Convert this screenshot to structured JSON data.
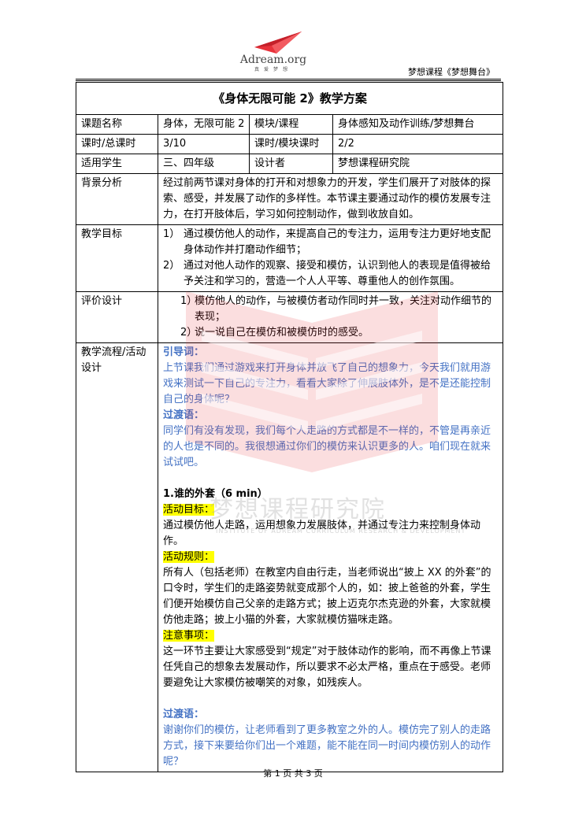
{
  "header": {
    "logo_word": "Adream.org",
    "logo_sub": "真爱梦想",
    "right_text": "梦想课程《梦想舞台》"
  },
  "watermark": {
    "cn": "梦想课程研究院",
    "en": "INSTITUTE OF ADREAM CURRICULUM RESEARCH & DEVELOPMENT"
  },
  "doc": {
    "title": "《身体无限可能 2》教学方案",
    "rows": {
      "course_name_label": "课题名称",
      "course_name_value": "身体，无限可能 2",
      "module_label": "模块/课程",
      "module_value": "身体感知及动作训练/梦想舞台",
      "hours_label": "课时/总课时",
      "hours_value": "3/10",
      "module_hours_label": "课时/模块课时",
      "module_hours_value": "2/2",
      "students_label": "适用学生",
      "students_value": "三、四年级",
      "designer_label": "设计者",
      "designer_value": "梦想课程研究院",
      "background_label": "背景分析",
      "background_text": "经过前两节课对身体的打开和对想象力的开发，学生们展开了对肢体的探索、感受，并发展了动作的多样性。本节课主要通过动作的模仿发展专注力，在打开肢体后，学习如何控制动作，做到收放自如。",
      "goals_label": "教学目标",
      "goals": [
        {
          "num": "1）",
          "text": "通过模仿他人的动作，来提高自己的专注力，运用专注力更好地支配身体动作并打磨动作细节；"
        },
        {
          "num": "2）",
          "text": "通过对他人动作的观察、接受和模仿，认识到他人的表现是值得被给予关注和学习的，营造一个人人平等、尊重他人的创作氛围。"
        }
      ],
      "eval_label": "评价设计",
      "evals": [
        {
          "num": "1）",
          "text": "模仿他人的动作，与被模仿者动作同时并一致，关注对动作细节的表现；"
        },
        {
          "num": "2）",
          "text": "说一说自己在模仿和被模仿时的感受。"
        }
      ],
      "flow_label": "教学流程/活动设计"
    },
    "flow": {
      "intro_title": "引导词：",
      "intro_text": "上节课我们通过游戏来打开身体并放飞了自己的想象力，今天我们就用游戏来测试一下自己的专注力，看看大家除了伸展肢体外，是不是还能控制自己的身体呢？",
      "transition_title": "过渡语：",
      "transition_text": "同学们有没有发现，我们每个人走路的方式都是不一样的，不管是再亲近的人也是不同的。我很想通过你们的模仿来认识更多的人。咱们现在就来试试吧。",
      "activity_title": "1.谁的外套（6 min）",
      "goal_label": "活动目标：",
      "goal_text": "通过模仿他人走路，运用想象力发展肢体，并通过专注力来控制身体动作。",
      "rules_label": "活动规则：",
      "rules_text": "所有人（包括老师）在教室内自由行走，当老师说出“披上 XX 的外套”的口令时，学生们的走路姿势就变成那个人的，如：披上爸爸的外套，学生们便开始模仿自己父亲的走路方式；披上迈克尔杰克逊的外套，大家就模仿他走路；披上小猫的外套，大家就模仿猫咪走路。",
      "notes_label": "注意事项：",
      "notes_text": "这一环节主要让大家感受到“规定”对于肢体动作的影响，而不再像上节课任凭自己的想象去发展动作，所以要求不必太严格，重点在于感受。老师要避免让大家模仿被嘲笑的对象，如残疾人。",
      "transition2_title": "过渡语：",
      "transition2_text": "谢谢你们的模仿，让老师看到了更多教室之外的人。模仿完了别人的走路方式，接下来要给你们出一个难题，能不能在同一时间内模仿别人的动作呢？"
    }
  },
  "footer": {
    "page": "第 1 页 共 3 页"
  },
  "colors": {
    "accent_red": "#e8313a",
    "guide_blue": "#4472c4",
    "highlight": "#ffff00"
  }
}
